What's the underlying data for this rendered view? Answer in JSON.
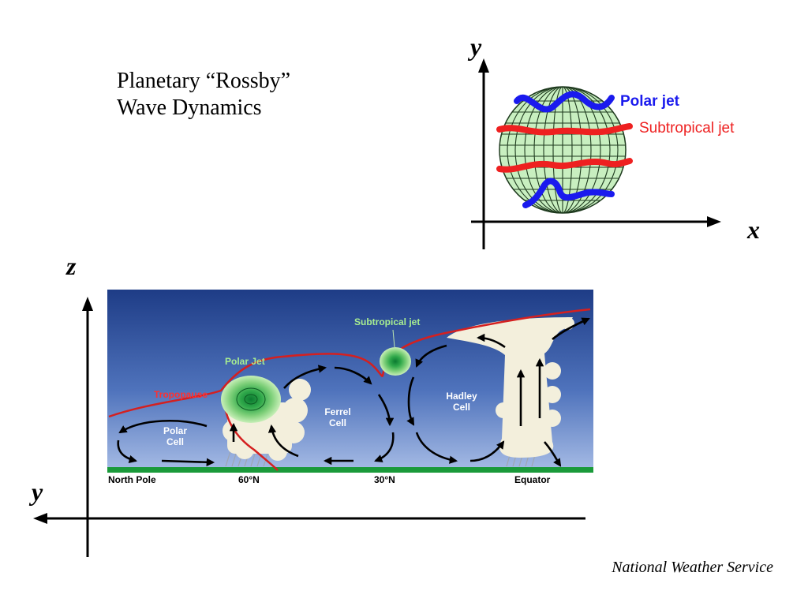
{
  "title": {
    "line1": "Planetary “Rossby”",
    "line2": "Wave Dynamics"
  },
  "globe_diagram": {
    "axis_y": "y",
    "axis_x": "x",
    "polar_jet_label": "Polar jet",
    "subtropical_jet_label": "Subtropical jet",
    "colors": {
      "polar_jet": "#1a1aee",
      "subtropical_jet": "#ee2020",
      "globe": "#c8efc0"
    }
  },
  "circulation_diagram": {
    "axis_z": "z",
    "axis_y": "y",
    "labels": {
      "tropopause": "Tropopause",
      "polar_jet": "Polar Jet",
      "subtropical_jet": "Subtropical jet",
      "polar_cell": "Polar\nCell",
      "ferrel_cell": "Ferrel\nCell",
      "hadley_cell": "Hadley\nCell"
    },
    "ground_labels": {
      "north_pole": "North Pole",
      "lat_60": "60°N",
      "lat_30": "30°N",
      "equator": "Equator"
    },
    "colors": {
      "sky_top": "#1e3c86",
      "sky_bottom": "#a8bde6",
      "ground": "#1a9a3a",
      "tropopause": "#d42020",
      "jet_label": "#a8ee90"
    }
  },
  "credit": "National Weather Service"
}
